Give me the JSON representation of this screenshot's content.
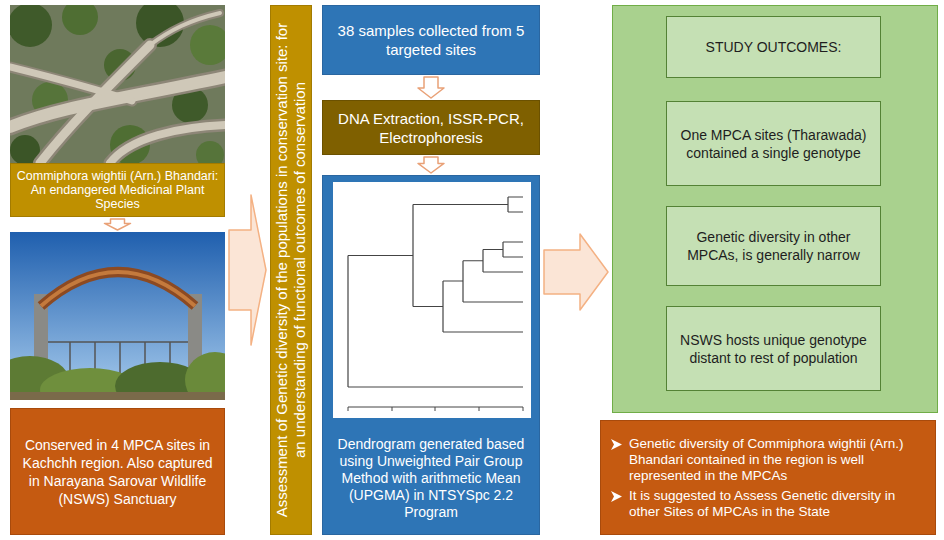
{
  "diagram": {
    "nodes": [
      {
        "text": [
          "Commiphora wightii (Arn.) Bhandari: An endangered Medicinal Plant Species"
        ]
      },
      {
        "text": [
          "Conserved in 4 MPCA sites in Kachchh region. Also captured in Narayana Sarovar Wildlife (NSWS) Sanctuary"
        ]
      },
      {
        "text": [
          "Assessment of Genetic diversity of the populations in conservation site: for an understanding of functional outcomes of conservation"
        ]
      },
      {
        "text": [
          "38 samples collected from 5 targeted sites"
        ]
      },
      {
        "text": [
          "DNA Extraction, ISSR-PCR, Electrophoresis"
        ]
      },
      {
        "text": [
          "Dendrogram generated based using Unweighted Pair Group Method with arithmetic Mean (UPGMA) in NTSYSpc 2.2 Program"
        ]
      },
      {
        "text": []
      },
      {
        "text": [
          "STUDY OUTCOMES:"
        ],
        "in": 6
      },
      {
        "text": [
          "One MPCA sites (Tharawada) contained a single genotype"
        ],
        "in": 6
      },
      {
        "text": [
          "Genetic diversity in other MPCAs, is generally narrow"
        ],
        "in": 6
      },
      {
        "text": [
          "NSWS hosts unique genotype distant to rest of population"
        ],
        "in": 6
      },
      {
        "text": [
          "Genetic diversity of Commiphora wightii (Arn.) Bhandari contained in the region is well represented in the MPCAs",
          "It is suggested to Assess Genetic diversity in other Sites of MPCAs in the State"
        ]
      }
    ],
    "edges": [
      {
        "from": 0,
        "to": 1,
        "arrow": "to"
      },
      {
        "from": 1,
        "to": 2,
        "arrow": "to"
      },
      {
        "from": 3,
        "to": 4,
        "arrow": "to"
      },
      {
        "from": 4,
        "to": 5,
        "arrow": "to"
      },
      {
        "from": 5,
        "to": 6,
        "arrow": "to"
      },
      {
        "from": 7,
        "to": 8,
        "arrow": "to"
      },
      {
        "from": 8,
        "to": 9,
        "arrow": "to"
      },
      {
        "from": 9,
        "to": 10,
        "arrow": "to"
      }
    ]
  }
}
